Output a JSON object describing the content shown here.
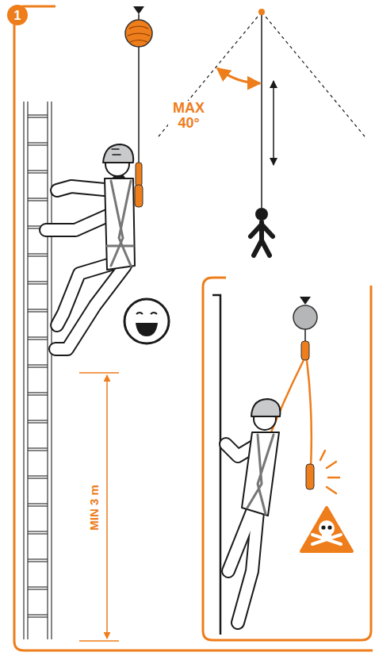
{
  "diagram": {
    "labels": [
      "1",
      "MAX 40°",
      "MIN 3 m"
    ]
  }
}
